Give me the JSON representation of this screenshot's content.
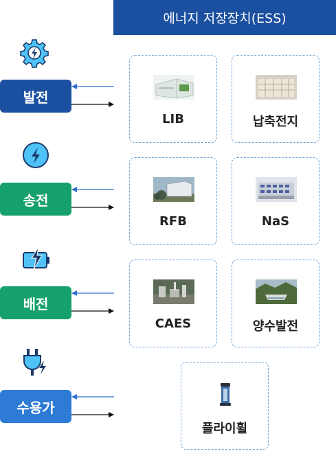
{
  "header": {
    "title": "에너지 저장장치(ESS)"
  },
  "stages": [
    {
      "label": "발전",
      "icon": "gear-lightning-icon"
    },
    {
      "label": "송전",
      "icon": "lightning-circle-icon"
    },
    {
      "label": "배전",
      "icon": "battery-lightning-icon"
    },
    {
      "label": "수용가",
      "icon": "plug-lightning-icon"
    }
  ],
  "storage": [
    {
      "name": "LIB",
      "image": "lib-container-photo"
    },
    {
      "name": "납축전지",
      "image": "lead-acid-battery-photo"
    },
    {
      "name": "RFB",
      "image": "rfb-facility-photo"
    },
    {
      "name": "NaS",
      "image": "nas-facility-photo"
    },
    {
      "name": "CAES",
      "image": "caes-plant-photo"
    },
    {
      "name": "양수발전",
      "image": "pumped-hydro-dam-photo"
    },
    {
      "name": "플라이휠",
      "image": "flywheel-photo"
    }
  ],
  "colors": {
    "navy": "#1b4fa0",
    "green": "#16a06c",
    "blue": "#2e7bd6",
    "cyan": "#4fc3f7",
    "border": "#6fa3d8"
  }
}
